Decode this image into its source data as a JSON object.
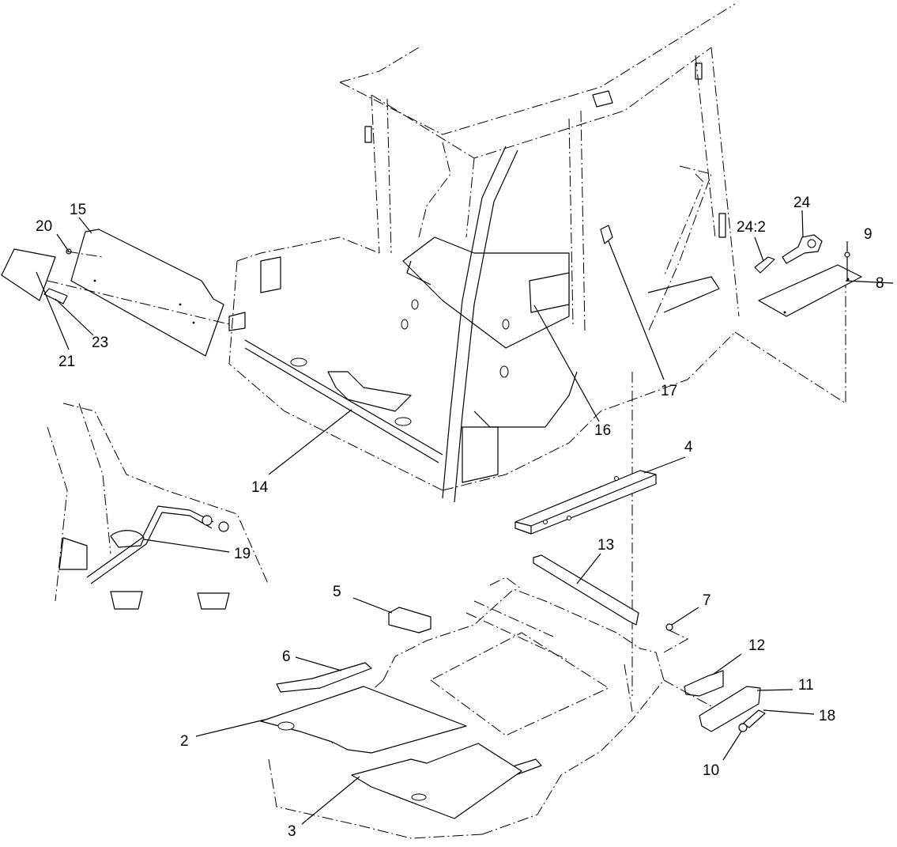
{
  "diagram": {
    "callouts": [
      {
        "id": "c2",
        "text": "2"
      },
      {
        "id": "c3",
        "text": "3"
      },
      {
        "id": "c4",
        "text": "4"
      },
      {
        "id": "c5",
        "text": "5"
      },
      {
        "id": "c6",
        "text": "6"
      },
      {
        "id": "c7",
        "text": "7"
      },
      {
        "id": "c8",
        "text": "8"
      },
      {
        "id": "c9",
        "text": "9"
      },
      {
        "id": "c10",
        "text": "10"
      },
      {
        "id": "c11",
        "text": "11"
      },
      {
        "id": "c12",
        "text": "12"
      },
      {
        "id": "c13",
        "text": "13"
      },
      {
        "id": "c14",
        "text": "14"
      },
      {
        "id": "c15",
        "text": "15"
      },
      {
        "id": "c16",
        "text": "16"
      },
      {
        "id": "c17",
        "text": "17"
      },
      {
        "id": "c18",
        "text": "18"
      },
      {
        "id": "c19",
        "text": "19"
      },
      {
        "id": "c20",
        "text": "20"
      },
      {
        "id": "c21",
        "text": "21"
      },
      {
        "id": "c23",
        "text": "23"
      },
      {
        "id": "c24",
        "text": "24"
      },
      {
        "id": "c24-2",
        "text": "24:2"
      }
    ]
  }
}
